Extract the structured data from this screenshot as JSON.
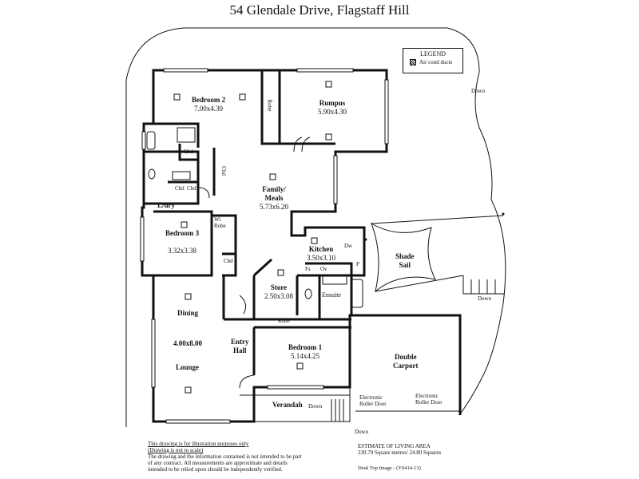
{
  "title": "54 Glendale Drive, Flagstaff Hill",
  "legend": {
    "heading": "LEGEND",
    "item": "Air cond ducts"
  },
  "rooms": {
    "bedroom2": {
      "name": "Bedroom 2",
      "size": "7.00x4.30"
    },
    "rumpus": {
      "name": "Rumpus",
      "size": "5.90x4.30"
    },
    "family": {
      "name": "Family/\nMeals",
      "size": "5.73x6.20"
    },
    "kitchen": {
      "name": "Kitchen",
      "size": "3.50x3.10"
    },
    "bedroom3": {
      "name": "Bedroom 3",
      "size": "3.32x3.38"
    },
    "store": {
      "name": "Store",
      "size": "2.50x3.08"
    },
    "dining": {
      "name": "Dining"
    },
    "lounge": {
      "name": "Lounge",
      "size": "4.00x8.00"
    },
    "entry": {
      "name": "Entry\nHall"
    },
    "bedroom1": {
      "name": "Bedroom 1",
      "size": "5.14x4.25"
    },
    "carport": {
      "name": "Double\nCarport"
    },
    "shade": {
      "name": "Shade\nSail"
    },
    "verandah": {
      "name": "Verandah"
    },
    "ensuite": {
      "name": "Ensuite"
    },
    "laundry": {
      "name": "L/dry"
    }
  },
  "fixtures": {
    "robe": "Robe",
    "cbd": "Cbd",
    "wi_robe": "Wi\nRobe",
    "dw": "Dw",
    "fs": "Fs",
    "ov": "Ov",
    "p": "P",
    "down": "Down",
    "erd": "Electronic\nRoller Door"
  },
  "disclaimer": {
    "line1": "This drawing is for illustration purposes only",
    "line2": "(Drawing is not to scale)",
    "body": "The drawing and the information contained is not intended to be part of any contract.  All measurements are approximate and details intended to be relied upon should be independently verified."
  },
  "estimate": {
    "heading": "ESTIMATE OF LIVING AREA",
    "value": "230.79  Square metres/  24.80 Squares"
  },
  "footer_ref": "Desk Top Image - (Y0414-13)"
}
